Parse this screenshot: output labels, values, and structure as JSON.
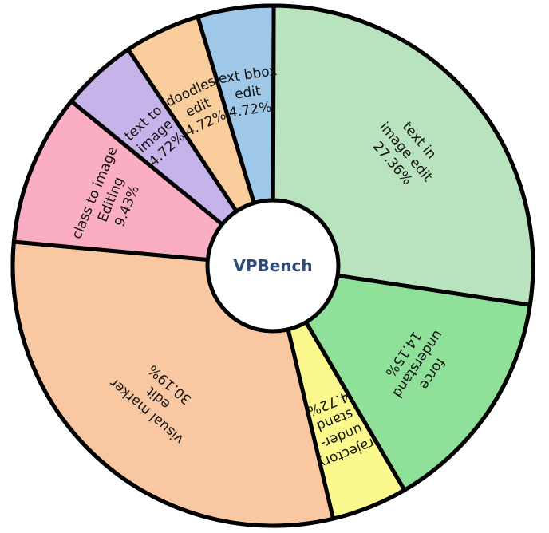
{
  "chart_data": {
    "type": "pie",
    "title": "",
    "center_label": "VPBench",
    "center_label_color": "#2f4b7c",
    "outline_color": "#000000",
    "slices": [
      {
        "label": [
          "text bbox",
          "edit",
          "4.72%"
        ],
        "value": 4.72,
        "color": "#9fc8e8"
      },
      {
        "label": [
          "text in",
          "image edit",
          "27.36%"
        ],
        "value": 27.36,
        "color": "#b9e2bf"
      },
      {
        "label": [
          "force",
          "understand",
          "14.15%"
        ],
        "value": 14.15,
        "color": "#8fe19a"
      },
      {
        "label": [
          "trajectory",
          "under-",
          "stand",
          "4.72%"
        ],
        "value": 4.72,
        "color": "#fbf98d"
      },
      {
        "label": [
          "visual marker",
          "edit",
          "30.19%"
        ],
        "value": 30.19,
        "color": "#f9c8a3"
      },
      {
        "label": [
          "class to image",
          "Editing",
          "9.43%"
        ],
        "value": 9.43,
        "color": "#fbadc4"
      },
      {
        "label": [
          "text to",
          "image",
          "4.72%"
        ],
        "value": 4.72,
        "color": "#c6b3e9"
      },
      {
        "label": [
          "doodles",
          "edit",
          "4.72%"
        ],
        "value": 4.72,
        "color": "#f9cd9c"
      }
    ]
  }
}
